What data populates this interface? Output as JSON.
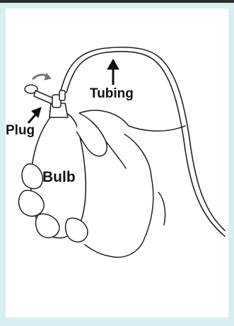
{
  "figure": {
    "labels": {
      "tubing": "Tubing",
      "plug": "Plug",
      "bulb": "Bulb"
    },
    "colors": {
      "background": "#d9eef0",
      "panel": "#ffffff",
      "ink": "#111111"
    }
  }
}
